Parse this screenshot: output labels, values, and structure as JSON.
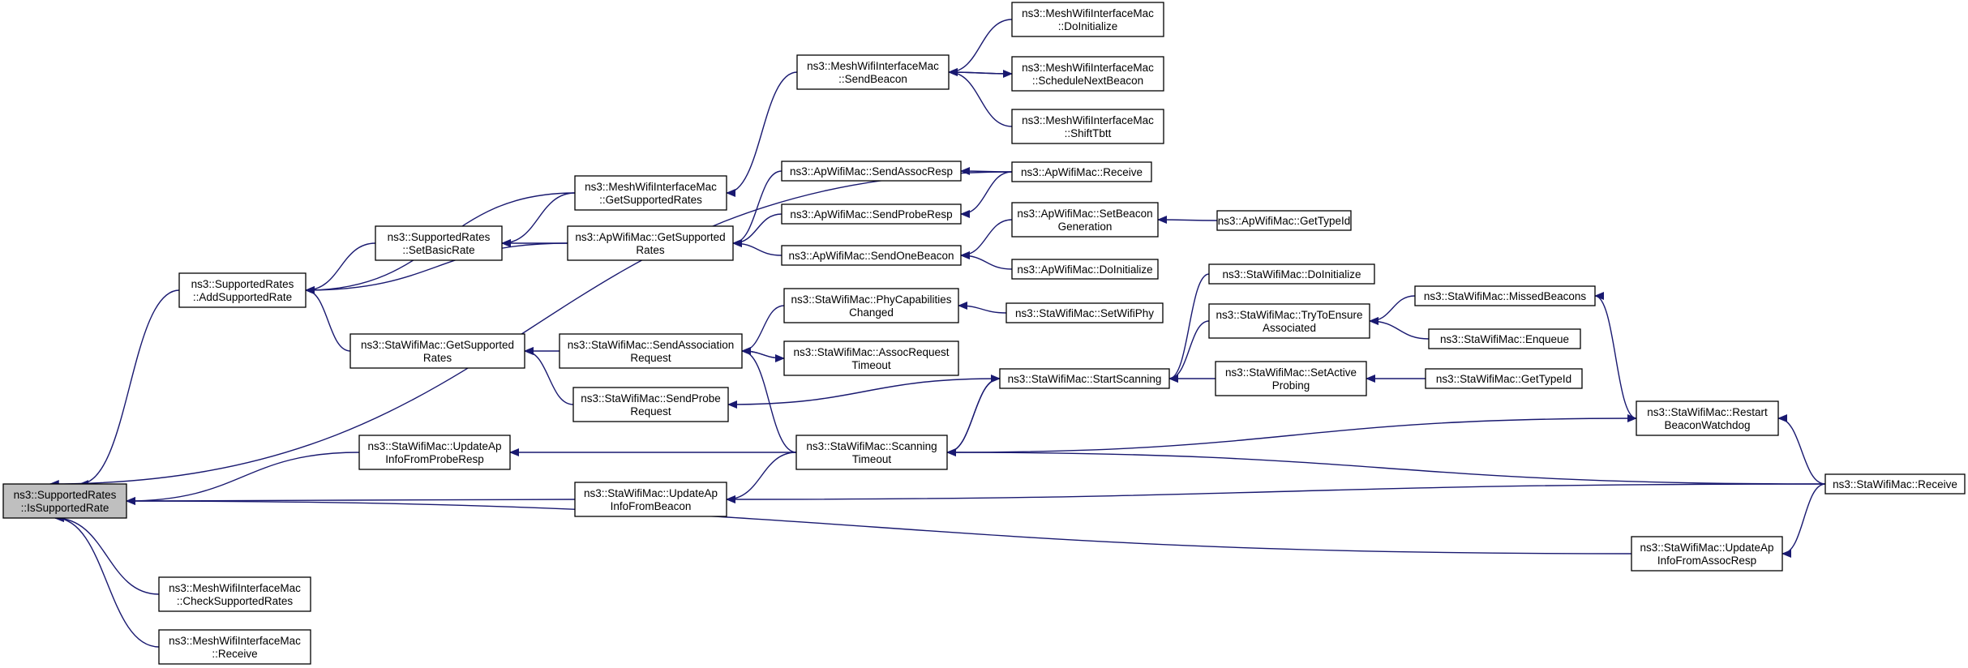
{
  "colors": {
    "edge": "#191970",
    "root_fill": "#bfbfbf",
    "node_fill": "#ffffff",
    "node_border": "#000000"
  },
  "nodes": [
    {
      "id": "root",
      "lines": [
        "ns3::SupportedRates",
        "::IsSupportedRate"
      ],
      "root": true
    },
    {
      "id": "addrate",
      "lines": [
        "ns3::SupportedRates",
        "::AddSupportedRate"
      ]
    },
    {
      "id": "checkrates",
      "lines": [
        "ns3::MeshWifiInterfaceMac",
        "::CheckSupportedRates"
      ]
    },
    {
      "id": "meshreceive",
      "lines": [
        "ns3::MeshWifiInterfaceMac",
        "::Receive"
      ]
    },
    {
      "id": "setbasic",
      "lines": [
        "ns3::SupportedRates",
        "::SetBasicRate"
      ]
    },
    {
      "id": "stagetrates",
      "lines": [
        "ns3::StaWifiMac::GetSupported",
        "Rates"
      ]
    },
    {
      "id": "updprobe",
      "lines": [
        "ns3::StaWifiMac::UpdateAp",
        "InfoFromProbeResp"
      ]
    },
    {
      "id": "meshgetrates",
      "lines": [
        "ns3::MeshWifiInterfaceMac",
        "::GetSupportedRates"
      ]
    },
    {
      "id": "apgetrates",
      "lines": [
        "ns3::ApWifiMac::GetSupported",
        "Rates"
      ]
    },
    {
      "id": "sendassoc",
      "lines": [
        "ns3::StaWifiMac::SendAssociation",
        "Request"
      ]
    },
    {
      "id": "sendprobe",
      "lines": [
        "ns3::StaWifiMac::SendProbe",
        "Request"
      ]
    },
    {
      "id": "updbeacon",
      "lines": [
        "ns3::StaWifiMac::UpdateAp",
        "InfoFromBeacon"
      ]
    },
    {
      "id": "meshsendbeacon",
      "lines": [
        "ns3::MeshWifiInterfaceMac",
        "::SendBeacon"
      ]
    },
    {
      "id": "apsendassocresp",
      "lines": [
        "ns3::ApWifiMac::SendAssocResp"
      ]
    },
    {
      "id": "apsendproberesp",
      "lines": [
        "ns3::ApWifiMac::SendProbeResp"
      ]
    },
    {
      "id": "apsendonebeacon",
      "lines": [
        "ns3::ApWifiMac::SendOneBeacon"
      ]
    },
    {
      "id": "phycap",
      "lines": [
        "ns3::StaWifiMac::PhyCapabilities",
        "Changed"
      ]
    },
    {
      "id": "assoctimeout",
      "lines": [
        "ns3::StaWifiMac::AssocRequest",
        "Timeout"
      ]
    },
    {
      "id": "scantimeout",
      "lines": [
        "ns3::StaWifiMac::Scanning",
        "Timeout"
      ]
    },
    {
      "id": "meshdoinit",
      "lines": [
        "ns3::MeshWifiInterfaceMac",
        "::DoInitialize"
      ]
    },
    {
      "id": "meshsched",
      "lines": [
        "ns3::MeshWifiInterfaceMac",
        "::ScheduleNextBeacon"
      ]
    },
    {
      "id": "meshshift",
      "lines": [
        "ns3::MeshWifiInterfaceMac",
        "::ShiftTbtt"
      ]
    },
    {
      "id": "apreceive",
      "lines": [
        "ns3::ApWifiMac::Receive"
      ]
    },
    {
      "id": "apsetbeacongen",
      "lines": [
        "ns3::ApWifiMac::SetBeacon",
        "Generation"
      ]
    },
    {
      "id": "apdoinit",
      "lines": [
        "ns3::ApWifiMac::DoInitialize"
      ]
    },
    {
      "id": "setwifiphy",
      "lines": [
        "ns3::StaWifiMac::SetWifiPhy"
      ]
    },
    {
      "id": "startscan",
      "lines": [
        "ns3::StaWifiMac::StartScanning"
      ]
    },
    {
      "id": "stadoinit",
      "lines": [
        "ns3::StaWifiMac::DoInitialize"
      ]
    },
    {
      "id": "tryensure",
      "lines": [
        "ns3::StaWifiMac::TryToEnsure",
        "Associated"
      ]
    },
    {
      "id": "setactive",
      "lines": [
        "ns3::StaWifiMac::SetActive",
        "Probing"
      ]
    },
    {
      "id": "apgettypeid",
      "lines": [
        "ns3::ApWifiMac::GetTypeId"
      ]
    },
    {
      "id": "missedbeacons",
      "lines": [
        "ns3::StaWifiMac::MissedBeacons"
      ]
    },
    {
      "id": "enqueue",
      "lines": [
        "ns3::StaWifiMac::Enqueue"
      ]
    },
    {
      "id": "stagettypeid",
      "lines": [
        "ns3::StaWifiMac::GetTypeId"
      ]
    },
    {
      "id": "restartwd",
      "lines": [
        "ns3::StaWifiMac::Restart",
        "BeaconWatchdog"
      ]
    },
    {
      "id": "updassoc",
      "lines": [
        "ns3::StaWifiMac::UpdateAp",
        "InfoFromAssocResp"
      ]
    },
    {
      "id": "stareceive",
      "lines": [
        "ns3::StaWifiMac::Receive"
      ]
    }
  ],
  "edges": [
    {
      "from": "addrate",
      "to": "root"
    },
    {
      "from": "checkrates",
      "to": "root"
    },
    {
      "from": "meshreceive",
      "to": "root"
    },
    {
      "from": "updprobe",
      "to": "root"
    },
    {
      "from": "updbeacon",
      "to": "root"
    },
    {
      "from": "updassoc",
      "to": "root"
    },
    {
      "from": "apreceive",
      "to": "root"
    },
    {
      "from": "setbasic",
      "to": "addrate"
    },
    {
      "from": "stagetrates",
      "to": "addrate"
    },
    {
      "from": "meshgetrates",
      "to": "addrate"
    },
    {
      "from": "apgetrates",
      "to": "addrate"
    },
    {
      "from": "meshgetrates",
      "to": "setbasic"
    },
    {
      "from": "apgetrates",
      "to": "setbasic"
    },
    {
      "from": "sendassoc",
      "to": "stagetrates"
    },
    {
      "from": "sendprobe",
      "to": "stagetrates"
    },
    {
      "from": "scantimeout",
      "to": "updprobe"
    },
    {
      "from": "meshsendbeacon",
      "to": "meshgetrates"
    },
    {
      "from": "apsendassocresp",
      "to": "apgetrates"
    },
    {
      "from": "apsendproberesp",
      "to": "apgetrates"
    },
    {
      "from": "apsendonebeacon",
      "to": "apgetrates"
    },
    {
      "from": "phycap",
      "to": "sendassoc"
    },
    {
      "from": "assoctimeout",
      "to": "sendassoc"
    },
    {
      "from": "scantimeout",
      "to": "sendassoc"
    },
    {
      "from": "startscan",
      "to": "sendprobe"
    },
    {
      "from": "stareceive",
      "to": "updbeacon"
    },
    {
      "from": "scantimeout",
      "to": "updbeacon"
    },
    {
      "from": "meshdoinit",
      "to": "meshsendbeacon"
    },
    {
      "from": "meshsched",
      "to": "meshsendbeacon"
    },
    {
      "from": "meshshift",
      "to": "meshsendbeacon"
    },
    {
      "from": "meshsendbeacon",
      "to": "meshsched"
    },
    {
      "from": "apreceive",
      "to": "apsendassocresp"
    },
    {
      "from": "apreceive",
      "to": "apsendproberesp"
    },
    {
      "from": "apsetbeacongen",
      "to": "apsendonebeacon"
    },
    {
      "from": "apdoinit",
      "to": "apsendonebeacon"
    },
    {
      "from": "setwifiphy",
      "to": "phycap"
    },
    {
      "from": "sendassoc",
      "to": "assoctimeout"
    },
    {
      "from": "startscan",
      "to": "scantimeout"
    },
    {
      "from": "scantimeout",
      "to": "startscan"
    },
    {
      "from": "apgettypeid",
      "to": "apsetbeacongen"
    },
    {
      "from": "stadoinit",
      "to": "startscan"
    },
    {
      "from": "tryensure",
      "to": "startscan"
    },
    {
      "from": "setactive",
      "to": "startscan"
    },
    {
      "from": "missedbeacons",
      "to": "tryensure"
    },
    {
      "from": "enqueue",
      "to": "tryensure"
    },
    {
      "from": "stagettypeid",
      "to": "setactive"
    },
    {
      "from": "restartwd",
      "to": "missedbeacons"
    },
    {
      "from": "scantimeout",
      "to": "restartwd"
    },
    {
      "from": "stareceive",
      "to": "restartwd"
    },
    {
      "from": "stareceive",
      "to": "scantimeout"
    },
    {
      "from": "stareceive",
      "to": "updassoc"
    }
  ]
}
